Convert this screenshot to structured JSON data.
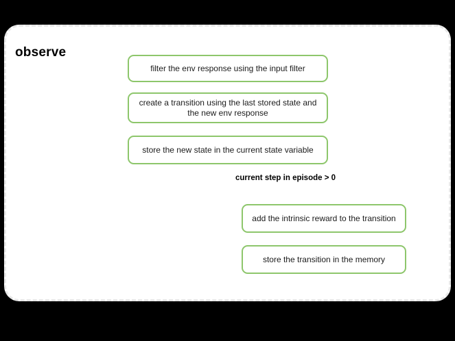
{
  "diagram": {
    "title": "observe",
    "background_color": "#000000",
    "container_color": "#ffffff",
    "container_border_color": "#e8e8e8",
    "node_border_color": "#8dc66b",
    "edge_color": "#000000",
    "nodes": [
      {
        "id": "filter",
        "label": "filter the env response using the input filter"
      },
      {
        "id": "transition",
        "label": "create a transition using the last stored state and the new env response"
      },
      {
        "id": "store_state",
        "label": "store the new state in the current state variable"
      },
      {
        "id": "intrinsic",
        "label": "add the intrinsic reward to the transition"
      },
      {
        "id": "store_mem",
        "label": "store the transition in the memory"
      }
    ],
    "branch_label": "current step in episode > 0"
  },
  "chart_data": {
    "type": "diagram",
    "title": "observe",
    "nodes": [
      "filter the env response using the input filter",
      "create a transition using the last stored state and the new env response",
      "store the new state in the current state variable",
      "add the intrinsic reward to the transition",
      "store the transition in the memory"
    ],
    "edges": [
      {
        "from": "entry",
        "to": "filter",
        "label": ""
      },
      {
        "from": "filter",
        "to": "transition",
        "label": ""
      },
      {
        "from": "transition",
        "to": "store_state",
        "label": ""
      },
      {
        "from": "store_state",
        "to": "branch",
        "label": ""
      },
      {
        "from": "branch",
        "to": "intrinsic",
        "label": "current step in episode > 0"
      },
      {
        "from": "branch",
        "to": "merge",
        "label": ""
      },
      {
        "from": "intrinsic",
        "to": "store_mem",
        "label": ""
      },
      {
        "from": "store_mem",
        "to": "merge",
        "label": ""
      },
      {
        "from": "merge",
        "to": "exit",
        "label": ""
      }
    ]
  }
}
